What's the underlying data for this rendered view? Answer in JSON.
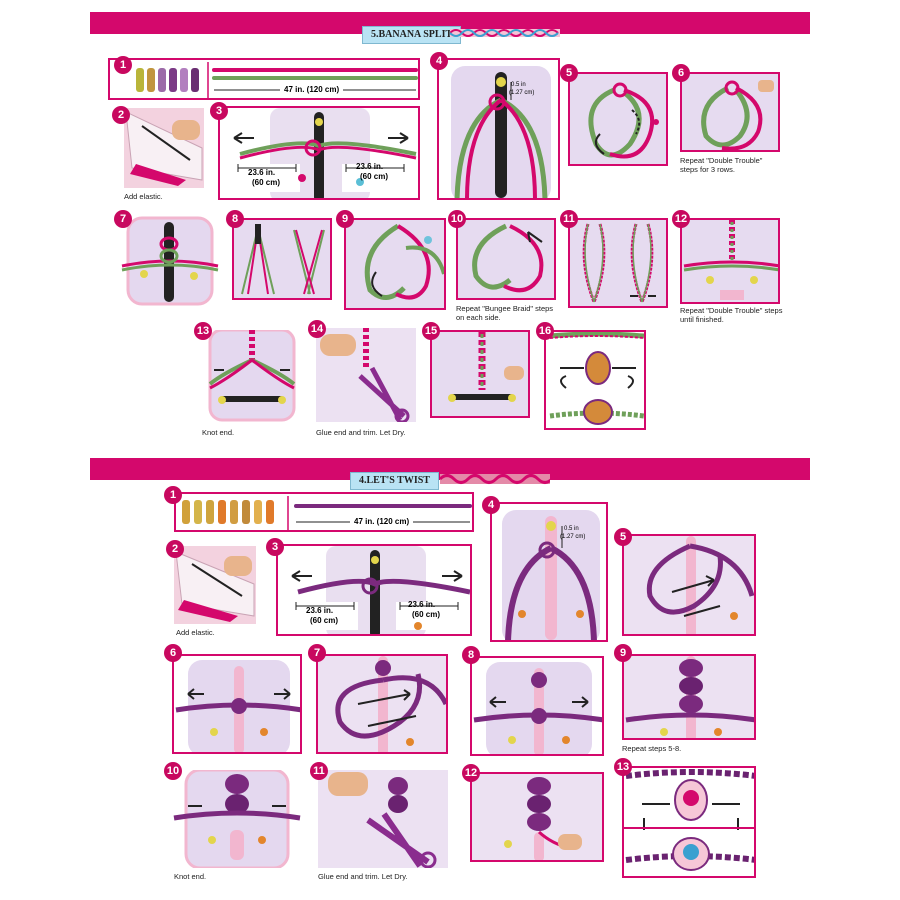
{
  "sections": [
    {
      "title": "5.BANANA SPLIT",
      "colors": {
        "cord_a": "#d4086c",
        "cord_b": "#6fa05a"
      },
      "measure_total": "47 in. (120 cm)",
      "measure_half_1": "23.6 in.",
      "measure_half_2": "(60 cm)",
      "measure_small_1": "0.5 in",
      "measure_small_2": "(1.27 cm)",
      "captions": {
        "step2": "Add elastic.",
        "step6": "Repeat \"Double Trouble\" steps for 3 rows.",
        "step10": "Repeat \"Bungee Braid\" steps on each side.",
        "step12": "Repeat \"Double Trouble\" steps until finished.",
        "step13": "Knot end.",
        "step14": "Glue end and trim. Let Dry."
      },
      "steps": [
        "1",
        "2",
        "3",
        "4",
        "5",
        "6",
        "7",
        "8",
        "9",
        "10",
        "11",
        "12",
        "13",
        "14",
        "15",
        "16"
      ]
    },
    {
      "title": "4.LET'S TWIST",
      "colors": {
        "cord_a": "#7b2a7e",
        "cord_b": "#d4086c"
      },
      "measure_total": "47 in. (120 cm)",
      "measure_half_1": "23.6 in.",
      "measure_half_2": "(60 cm)",
      "measure_small_1": "0.5 in",
      "measure_small_2": "(1.27 cm)",
      "captions": {
        "step2": "Add elastic.",
        "step9": "Repeat steps 5-8.",
        "step10": "Knot end.",
        "step11": "Glue end and trim. Let Dry."
      },
      "steps": [
        "1",
        "2",
        "3",
        "4",
        "5",
        "6",
        "7",
        "8",
        "9",
        "10",
        "11",
        "12",
        "13"
      ]
    }
  ]
}
